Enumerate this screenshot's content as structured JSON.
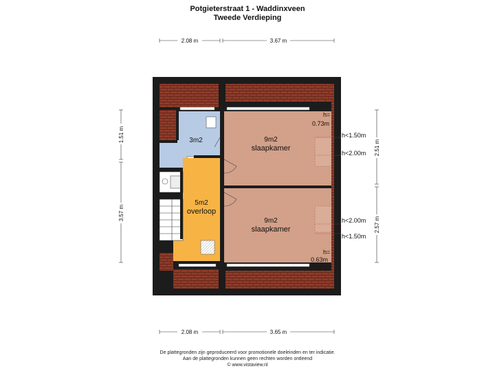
{
  "header": {
    "title": "Potgieterstraat 1 - Waddinxveen",
    "subtitle": "Tweede Verdieping"
  },
  "dimensions": {
    "top_left": "2.08 m",
    "top_right": "3.67 m",
    "bottom_left": "2.08 m",
    "bottom_right": "3.65 m",
    "left_upper": "1.51 m",
    "left_lower": "3.57 m",
    "right_upper": "2.51 m",
    "right_lower": "2.57 m"
  },
  "rooms": {
    "bathroom_area": "3m2",
    "landing_area": "5m2",
    "landing_name": "overloop",
    "bedroom_top_area": "9m2",
    "bedroom_top_name": "slaapkamer",
    "bedroom_bottom_area": "9m2",
    "bedroom_bottom_name": "slaapkamer"
  },
  "heights": {
    "top_h_label": "h=",
    "top_h_value": "0.73m",
    "top_lt150": "h<1.50m",
    "top_lt200": "h<2.00m",
    "bottom_lt200": "h<2.00m",
    "bottom_lt150": "h<1.50m",
    "bottom_h_label": "h=",
    "bottom_h_value": "0.63m"
  },
  "footer": {
    "line1": "De plattegronden zijn geproduceerd voor promotionele doeleinden en ter indicatie.",
    "line2": "Aan de plattegronden kunnen geen rechten worden ontleend",
    "line3": "© www.vistaview.nl"
  },
  "colors": {
    "wall": "#1c1c1c",
    "roof_tile": "#8e3b2a",
    "bedroom": "#d3a089",
    "landing": "#f7b445",
    "bathroom": "#b7cbe4",
    "stairs": "#ffffff"
  }
}
